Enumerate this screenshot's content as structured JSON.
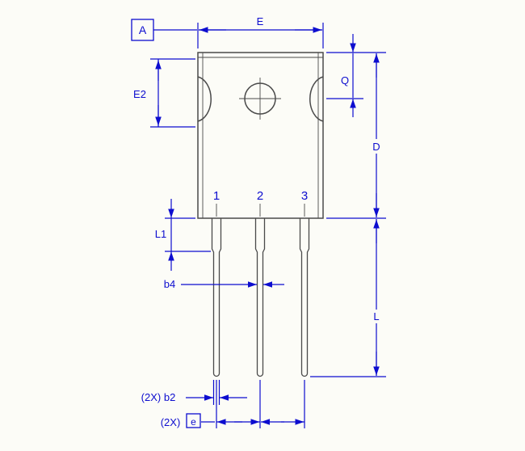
{
  "labels": {
    "datum": "A",
    "overall_width": "E",
    "tab_width": "E2",
    "hole_to_top": "Q",
    "body_height": "D",
    "shoulder_length": "L1",
    "lead_width_upper": "b4",
    "lead_length": "L",
    "lead_width_lower": "(2X) b2",
    "pitch_prefix": "(2X)",
    "pitch": "e"
  },
  "pins": [
    "1",
    "2",
    "3"
  ],
  "colors": {
    "dimension_blue": "#0d0dcf",
    "outline_gray": "#4a4a4a",
    "background": "#fcfcf7"
  }
}
